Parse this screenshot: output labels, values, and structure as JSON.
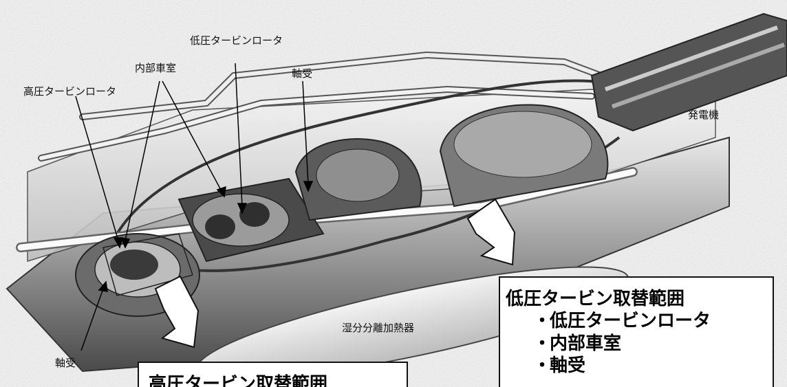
{
  "callouts": {
    "hp_rotor": "高圧タービンロータ",
    "inner_casing": "内部車室",
    "lp_rotor": "低圧タービンロータ",
    "bearing_top": "軸受",
    "generator": "発電機",
    "msr": "湿分分離加熱器",
    "bearing_bottom": "軸受"
  },
  "lp_scope_box": {
    "title": "低圧タービン取替範囲",
    "items": [
      {
        "bullet": "・",
        "label": "低圧タービンロータ"
      },
      {
        "bullet": "・",
        "label": "内部車室"
      },
      {
        "bullet": "・",
        "label": "軸受"
      }
    ]
  },
  "hp_scope_box": {
    "title": "高圧タービン取替範囲"
  },
  "colors": {
    "background": "#ffffff",
    "machine_light": "#d9d9d9",
    "machine_dark": "#3a3a3a",
    "line": "#111111"
  }
}
